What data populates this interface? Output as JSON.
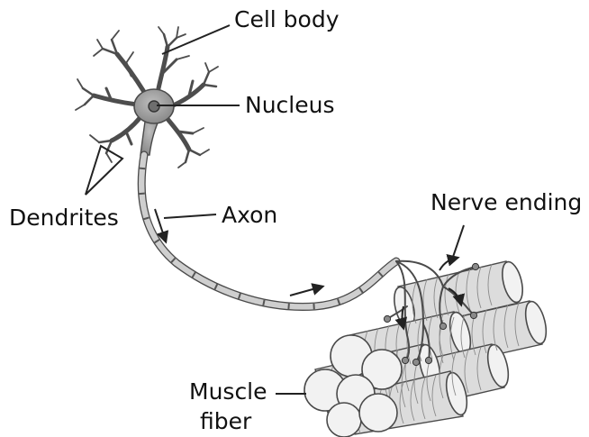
{
  "diagram": {
    "labels": {
      "cell_body": "Cell body",
      "nucleus": "Nucleus",
      "dendrites": "Dendrites",
      "axon": "Axon",
      "nerve_ending": "Nerve ending",
      "muscle_fiber_line1": "Muscle",
      "muscle_fiber_line2": "fiber"
    },
    "colors": {
      "cell_body_fill": "#9e9e9e",
      "nucleus_fill": "#6e6e6e",
      "axon_fill": "#cfcfcf",
      "outline": "#4a4a4a",
      "muscle_fill": "#dcdcdc",
      "label_text": "#111111"
    }
  }
}
